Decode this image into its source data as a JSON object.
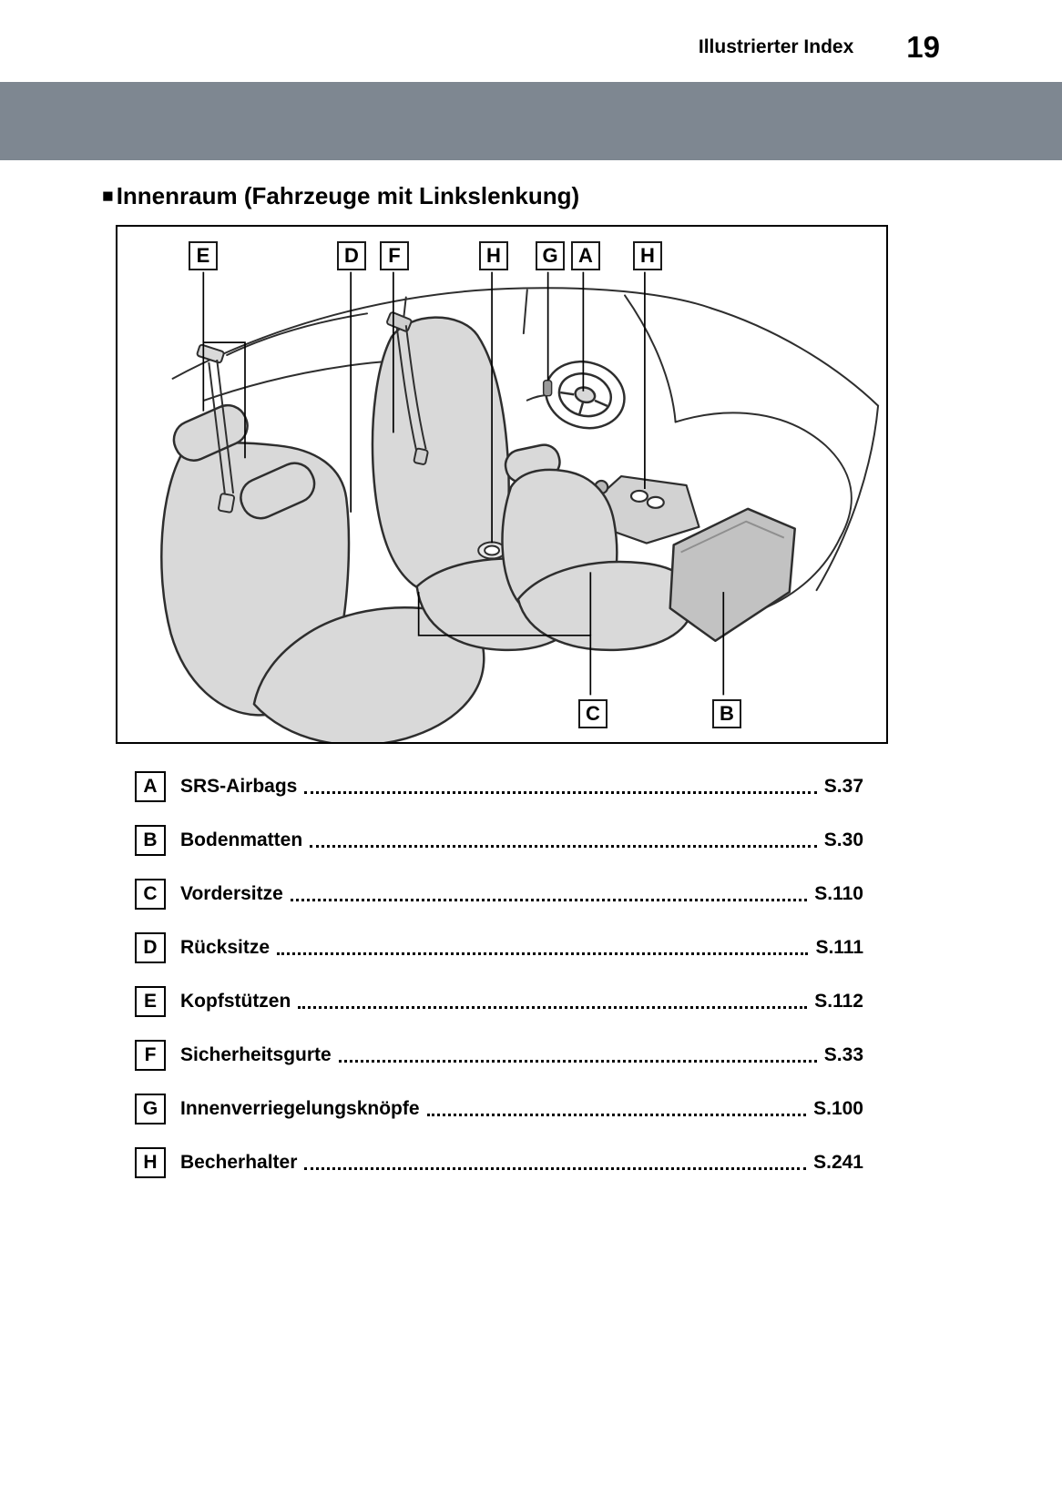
{
  "header": {
    "title": "Illustrierter Index",
    "page_number": "19"
  },
  "section": {
    "bullet": "■",
    "title": "Innenraum (Fahrzeuge mit Linkslenkung)"
  },
  "diagram": {
    "top": [
      "E",
      "D",
      "F",
      "H",
      "G",
      "A",
      "H"
    ],
    "bottom": [
      "C",
      "B"
    ]
  },
  "index": [
    {
      "key": "A",
      "label": "SRS-Airbags",
      "page": "S.37"
    },
    {
      "key": "B",
      "label": "Bodenmatten",
      "page": "S.30"
    },
    {
      "key": "C",
      "label": "Vordersitze",
      "page": "S.110"
    },
    {
      "key": "D",
      "label": "Rücksitze",
      "page": "S.111"
    },
    {
      "key": "E",
      "label": "Kopfstützen",
      "page": "S.112"
    },
    {
      "key": "F",
      "label": "Sicherheitsgurte",
      "page": "S.33"
    },
    {
      "key": "G",
      "label": "Innenverriegelungsknöpfe",
      "page": "S.100"
    },
    {
      "key": "H",
      "label": "Becherhalter",
      "page": "S.241"
    }
  ],
  "colors": {
    "band_gray": "#7e8791",
    "seat_fill": "#d9d9d9",
    "mat_fill": "#c2c2c2"
  }
}
